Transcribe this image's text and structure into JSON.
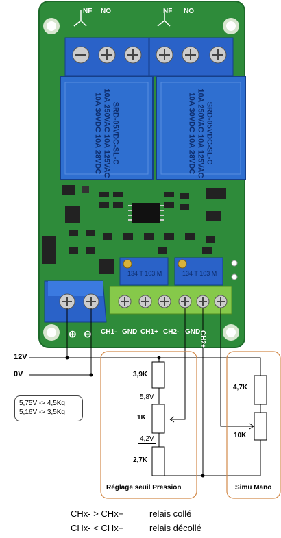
{
  "relays": {
    "contacts": [
      "NF",
      "NO",
      "NF",
      "NO"
    ],
    "relay_text": [
      "SRD-05VDC-SL-C",
      "10A 250VAC 10A 125VAC",
      "10A 30VDC 10A 28VDC"
    ]
  },
  "board": {
    "pins": [
      "CH1-",
      "GND",
      "CH1+",
      "CH2-",
      "GND",
      "CH2+"
    ],
    "power_marks": [
      "⊕",
      "⊖"
    ],
    "pot_codes": [
      "134 T 103 M",
      "134 T 103 M"
    ]
  },
  "supply": {
    "v12": "12V",
    "v0": "0V"
  },
  "note": {
    "lines": [
      "5,75V -> 4,5Kg",
      "5,16V -> 3,5Kg"
    ]
  },
  "pression": {
    "r_top": "3,9K",
    "v_high": "5,8V",
    "pot": "1K",
    "v_low": "4,2V",
    "r_bottom": "2,7K",
    "title": "Réglage seuil Pression"
  },
  "mano": {
    "r_top": "4,7K",
    "pot": "10K",
    "title": "Simu Mano"
  },
  "legend": [
    {
      "expr": "CHx- > CHx+",
      "state": "relais collé"
    },
    {
      "expr": "CHx- < CHx+",
      "state": "relais décollé"
    }
  ],
  "colors": {
    "pcb": "#2e8b3a",
    "relay": "#2f6fd0",
    "terminal_blue": "#2a62c8",
    "terminal_green": "#86c94a",
    "box_outline": "#d28a4a"
  }
}
